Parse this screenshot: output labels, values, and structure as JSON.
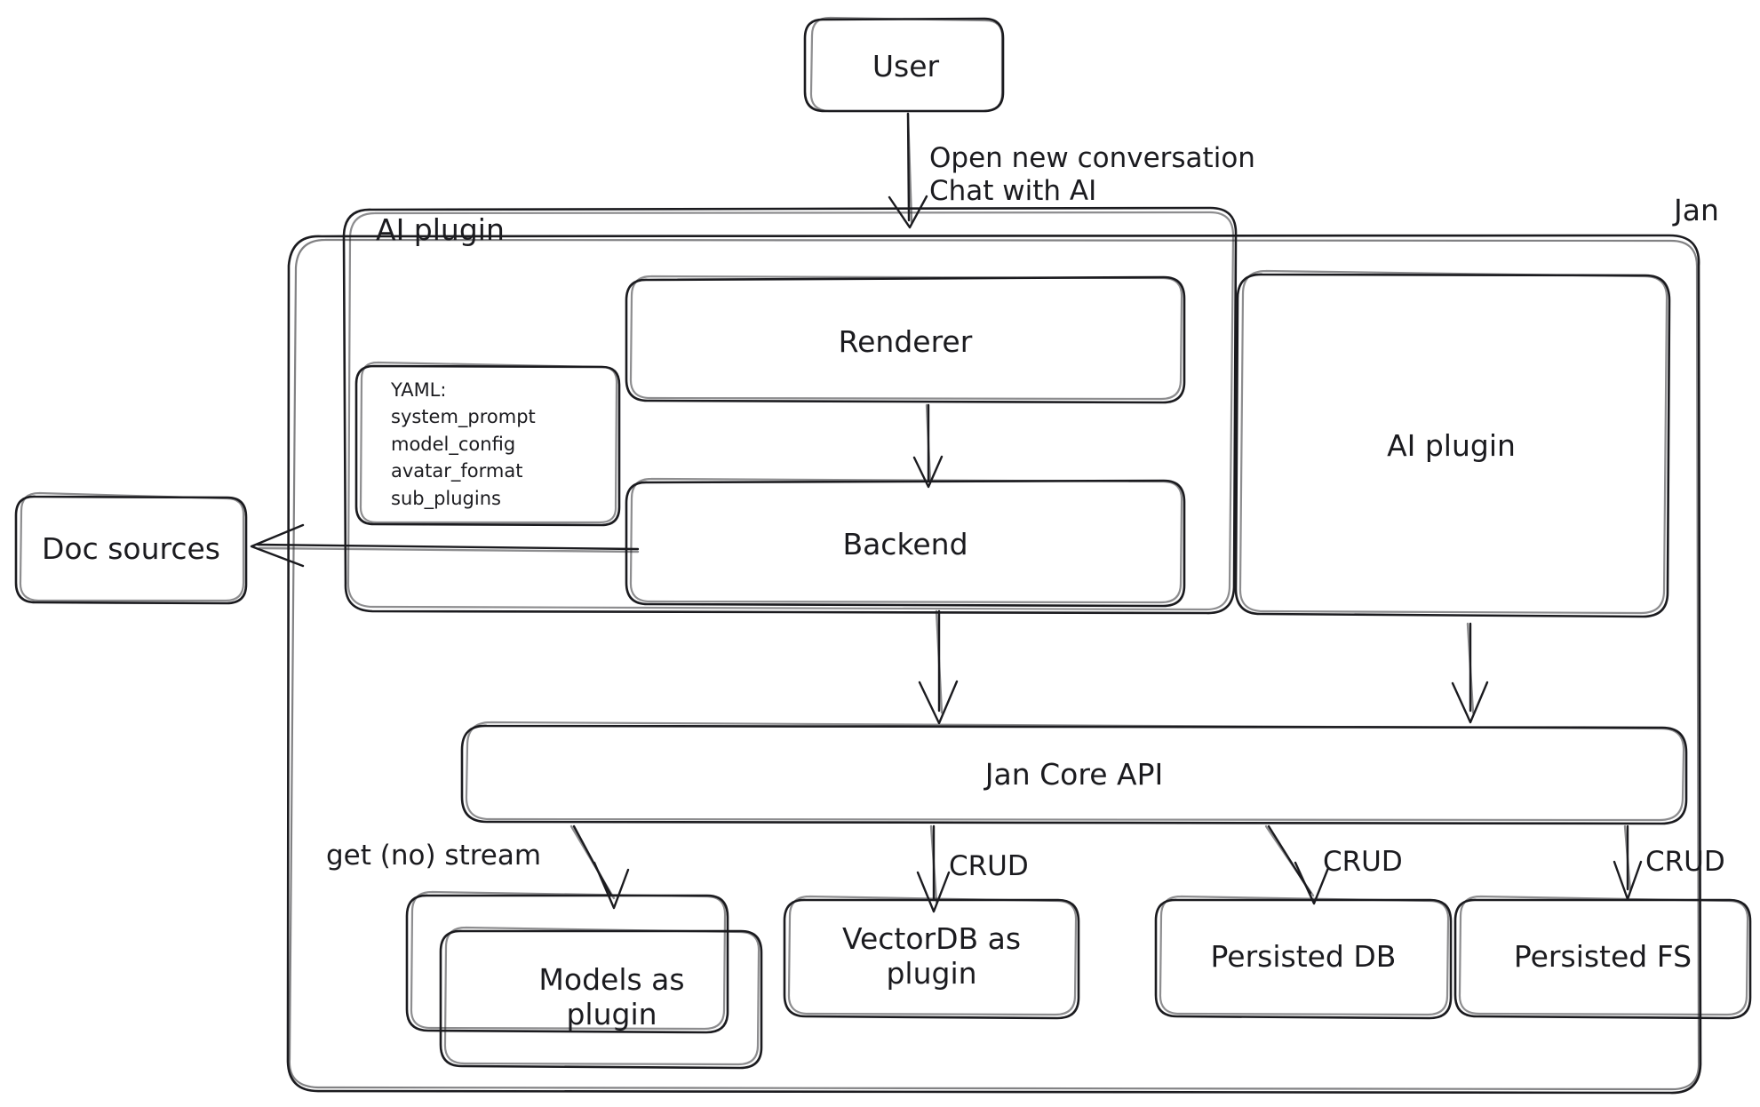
{
  "diagram": {
    "title": "Jan architecture diagram",
    "style": "hand-drawn",
    "stroke_color": "#1b1b1f",
    "background_color": "#ffffff"
  },
  "containers": {
    "jan": {
      "label": "Jan"
    },
    "ai_plugin_group": {
      "label": "AI plugin"
    }
  },
  "nodes": {
    "user": {
      "label": "User"
    },
    "renderer": {
      "label": "Renderer"
    },
    "backend": {
      "label": "Backend"
    },
    "ai_plugin": {
      "label": "AI plugin"
    },
    "doc_sources": {
      "label": "Doc sources"
    },
    "jan_core_api": {
      "label": "Jan Core API"
    },
    "models_as_plugin": {
      "label": "Models as\nplugin"
    },
    "vectordb_as_plugin": {
      "label": "VectorDB as\nplugin"
    },
    "persisted_db": {
      "label": "Persisted DB"
    },
    "persisted_fs": {
      "label": "Persisted FS"
    }
  },
  "yaml_note": {
    "heading": "YAML:",
    "items": [
      "system_prompt",
      "model_config",
      "avatar_format",
      "sub_plugins"
    ],
    "text": "YAML:\nsystem_prompt\nmodel_config\navatar_format\nsub_plugins"
  },
  "edges": [
    {
      "from": "user",
      "to": "renderer",
      "label": "Open new conversation\nChat with AI"
    },
    {
      "from": "renderer",
      "to": "backend",
      "label": ""
    },
    {
      "from": "backend",
      "to": "doc_sources",
      "label": ""
    },
    {
      "from": "backend",
      "to": "jan_core_api",
      "label": ""
    },
    {
      "from": "ai_plugin",
      "to": "jan_core_api",
      "label": ""
    },
    {
      "from": "jan_core_api",
      "to": "models_as_plugin",
      "label": "get (no) stream"
    },
    {
      "from": "jan_core_api",
      "to": "vectordb_as_plugin",
      "label": "CRUD"
    },
    {
      "from": "jan_core_api",
      "to": "persisted_db",
      "label": "CRUD"
    },
    {
      "from": "jan_core_api",
      "to": "persisted_fs",
      "label": "CRUD"
    }
  ],
  "edge_labels": {
    "user_to_renderer": "Open new conversation\nChat with AI",
    "models": "get (no) stream",
    "vectordb": "CRUD",
    "persisted_db": "CRUD",
    "persisted_fs": "CRUD"
  }
}
